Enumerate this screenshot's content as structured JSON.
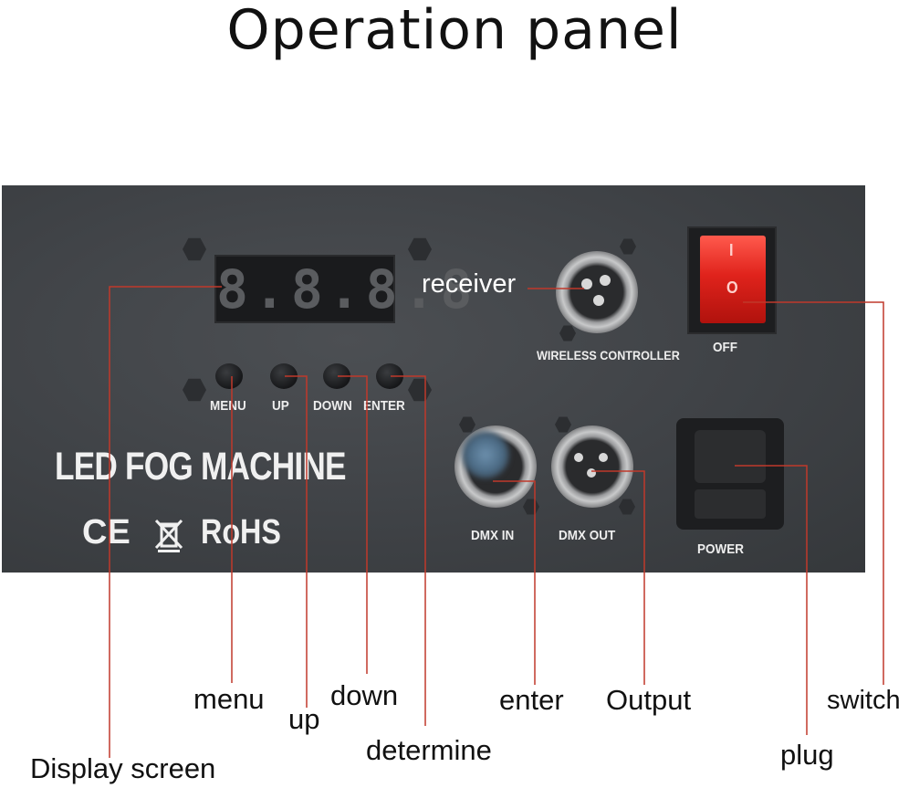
{
  "title": "Operation panel",
  "panel": {
    "display": "8.8.8.8",
    "buttons": [
      "MENU",
      "UP",
      "DOWN",
      "ENTER"
    ],
    "brand": "LED FOG MACHINE",
    "certs": "CE",
    "rohs": "RoHS",
    "wireless": "WIRELESS CONTROLLER",
    "switch_on": "I",
    "switch_off_mark": "O",
    "switch_off": "OFF",
    "dmx_in": "DMX IN",
    "dmx_out": "DMX OUT",
    "power": "POWER"
  },
  "callouts": {
    "receiver": "receiver",
    "menu": "menu",
    "up": "up",
    "down": "down",
    "determine": "determine",
    "enter": "enter",
    "output": "Output",
    "switch": "switch",
    "plug": "plug",
    "display_screen": "Display screen"
  },
  "colors": {
    "line": "#c0392b",
    "panel": "#434649",
    "rocker": "#e0231c"
  }
}
